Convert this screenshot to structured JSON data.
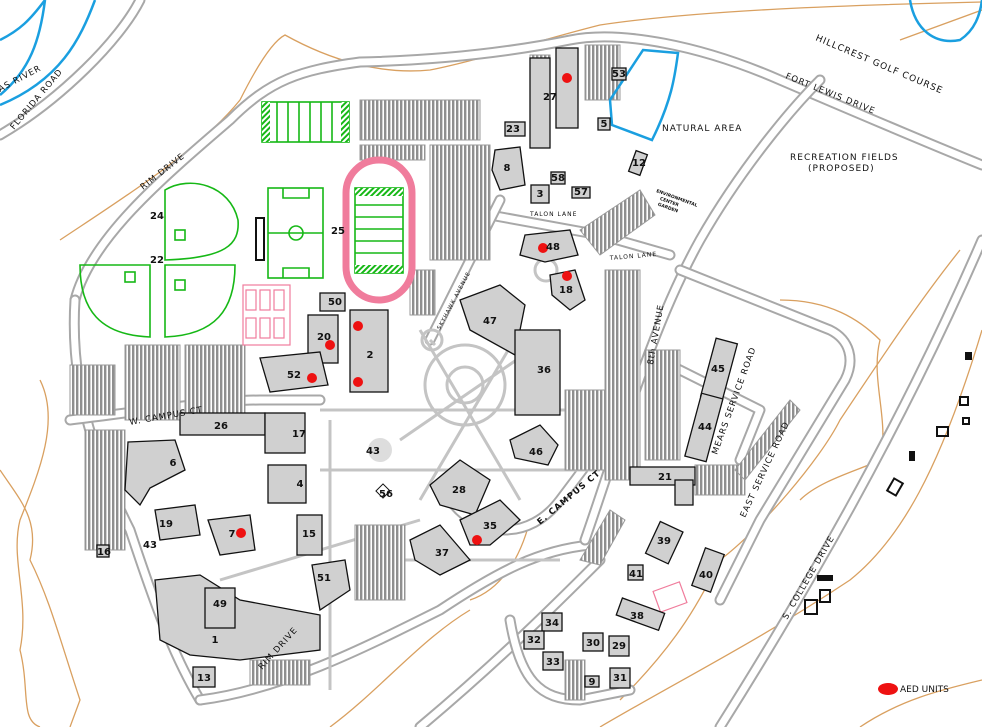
{
  "map": {
    "streets": {
      "river": "AS RIVER",
      "florida_road": "FLORIDA ROAD",
      "rim_drive_north": "RIM DRIVE",
      "rim_drive_south": "RIM DRIVE",
      "w_campus_ct": "W. CAMPUS CT",
      "e_campus_ct": "E. CAMPUS CT",
      "talon_lane_1": "TALON LANE",
      "talon_lane_2": "TALON LANE",
      "skyhawk_avenue": "SKYHAWK AVENUE",
      "eighth_avenue": "8th AVENUE",
      "mears_service_road": "MEARS SERVICE ROAD",
      "east_service_road": "EAST SERVICE ROAD",
      "s_college_drive": "S. COLLEGE DRIVE",
      "fort_lewis_drive": "FORT LEWIS DRIVE"
    },
    "areas": {
      "golf_course": "HILLCREST GOLF COURSE",
      "natural_area": "NATURAL AREA",
      "recreation_fields": "RECREATION FIELDS",
      "recreation_fields_note": "(PROPOSED)",
      "env_center_1": "ENVIRONMENTAL",
      "env_center_2": "CENTER",
      "env_center_3": "GARDEN"
    },
    "buildings": {
      "b1": "1",
      "b2": "2",
      "b3": "3",
      "b4": "4",
      "b5": "5",
      "b6": "6",
      "b7": "7",
      "b8": "8",
      "b9": "9",
      "b12": "12",
      "b13": "13",
      "b15": "15",
      "b16": "16",
      "b17": "17",
      "b18": "18",
      "b19": "19",
      "b20": "20",
      "b21": "21",
      "b22": "22",
      "b23": "23",
      "b24": "24",
      "b25": "25",
      "b26": "26",
      "b27": "27",
      "b28": "28",
      "b29": "29",
      "b30": "30",
      "b31": "31",
      "b32": "32",
      "b33": "33",
      "b34": "34",
      "b35": "35",
      "b36": "36",
      "b37": "37",
      "b38": "38",
      "b39": "39",
      "b40": "40",
      "b41": "41",
      "b43": "43",
      "b43w": "43",
      "b44": "44",
      "b45": "45",
      "b46": "46",
      "b47": "47",
      "b48": "48",
      "b49": "49",
      "b50": "50",
      "b51": "51",
      "b52": "52",
      "b53": "53",
      "b56": "56",
      "b57": "57",
      "b58": "58"
    },
    "legend": {
      "aed_label": "AED UNITS"
    },
    "colors": {
      "building": "#d0d0d0",
      "road": "#a8a8a8",
      "field": "#16b816",
      "track": "#f07c9c",
      "aed": "#ee1111",
      "water": "#1a9fe0",
      "contour": "#d9a060"
    }
  }
}
